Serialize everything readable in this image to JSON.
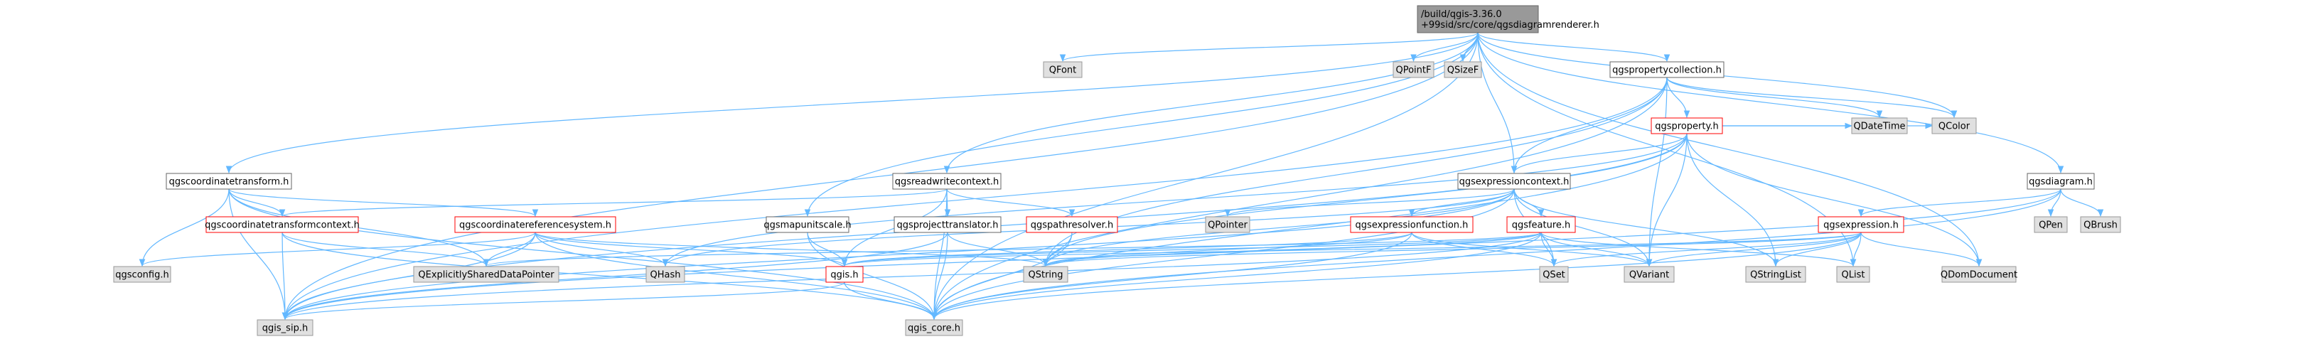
{
  "colors": {
    "root_fill": "#999999",
    "root_border": "#666666",
    "file_fill": "#ffffff",
    "file_border": "#666666",
    "highlight_border": "#ff0000",
    "external_fill": "#e0e0e0",
    "external_border": "#999999",
    "edge": "#63b8ff"
  },
  "nodes": [
    {
      "id": "root",
      "kind": "root",
      "lines": [
        "/build/qgis-3.36.0",
        "+99sid/src/core/qgsdiagramrenderer.h"
      ]
    },
    {
      "id": "qfont",
      "kind": "external",
      "lines": [
        "QFont"
      ]
    },
    {
      "id": "qpointf",
      "kind": "external",
      "lines": [
        "QPointF"
      ]
    },
    {
      "id": "qsizef",
      "kind": "external",
      "lines": [
        "QSizeF"
      ]
    },
    {
      "id": "qgspropertycollection",
      "kind": "file",
      "lines": [
        "qgspropertycollection.h"
      ]
    },
    {
      "id": "qgsproperty",
      "kind": "highlight",
      "lines": [
        "qgsproperty.h"
      ]
    },
    {
      "id": "qgsdiagram",
      "kind": "file",
      "lines": [
        "qgsdiagram.h"
      ]
    },
    {
      "id": "qgscoordinatetransform",
      "kind": "file",
      "lines": [
        "qgscoordinatetransform.h"
      ]
    },
    {
      "id": "qgsreadwritecontext",
      "kind": "file",
      "lines": [
        "qgsreadwritecontext.h"
      ]
    },
    {
      "id": "qgsexpressioncontext",
      "kind": "file",
      "lines": [
        "qgsexpressioncontext.h"
      ]
    },
    {
      "id": "qdatetime",
      "kind": "external",
      "lines": [
        "QDateTime"
      ]
    },
    {
      "id": "qcolor",
      "kind": "external",
      "lines": [
        "QColor"
      ]
    },
    {
      "id": "qgscoordinatetransformcontext",
      "kind": "highlight",
      "lines": [
        "qgscoordinatetransformcontext.h"
      ]
    },
    {
      "id": "qgscoordinatereferencesystem",
      "kind": "highlight",
      "lines": [
        "qgscoordinatereferencesystem.h"
      ]
    },
    {
      "id": "qgsmapunitscale",
      "kind": "file",
      "lines": [
        "qgsmapunitscale.h"
      ]
    },
    {
      "id": "qgsprojecttranslator",
      "kind": "file",
      "lines": [
        "qgsprojecttranslator.h"
      ]
    },
    {
      "id": "qgspathresolver",
      "kind": "highlight",
      "lines": [
        "qgspathresolver.h"
      ]
    },
    {
      "id": "qpointer",
      "kind": "external",
      "lines": [
        "QPointer"
      ]
    },
    {
      "id": "qgsexpressionfunction",
      "kind": "highlight",
      "lines": [
        "qgsexpressionfunction.h"
      ]
    },
    {
      "id": "qgsfeature",
      "kind": "highlight",
      "lines": [
        "qgsfeature.h"
      ]
    },
    {
      "id": "qgsexpression",
      "kind": "highlight",
      "lines": [
        "qgsexpression.h"
      ]
    },
    {
      "id": "qpen",
      "kind": "external",
      "lines": [
        "QPen"
      ]
    },
    {
      "id": "qbrush",
      "kind": "external",
      "lines": [
        "QBrush"
      ]
    },
    {
      "id": "qgsconfig",
      "kind": "external",
      "lines": [
        "qgsconfig.h"
      ]
    },
    {
      "id": "qexplicitlyshareddatapointer",
      "kind": "external",
      "lines": [
        "QExplicitlySharedDataPointer"
      ]
    },
    {
      "id": "qhash",
      "kind": "external",
      "lines": [
        "QHash"
      ]
    },
    {
      "id": "qgis",
      "kind": "highlight",
      "lines": [
        "qgis.h"
      ]
    },
    {
      "id": "qstring",
      "kind": "external",
      "lines": [
        "QString"
      ]
    },
    {
      "id": "qset",
      "kind": "external",
      "lines": [
        "QSet"
      ]
    },
    {
      "id": "qvariant",
      "kind": "external",
      "lines": [
        "QVariant"
      ]
    },
    {
      "id": "qstringlist",
      "kind": "external",
      "lines": [
        "QStringList"
      ]
    },
    {
      "id": "qlist",
      "kind": "external",
      "lines": [
        "QList"
      ]
    },
    {
      "id": "qdomdocument",
      "kind": "external",
      "lines": [
        "QDomDocument"
      ]
    },
    {
      "id": "qgis_sip",
      "kind": "external",
      "lines": [
        "qgis_sip.h"
      ]
    },
    {
      "id": "qgis_core",
      "kind": "external",
      "lines": [
        "qgis_core.h"
      ]
    }
  ],
  "edges": [
    [
      "root",
      "qfont"
    ],
    [
      "root",
      "qpointf"
    ],
    [
      "root",
      "qsizef"
    ],
    [
      "root",
      "qgspropertycollection"
    ],
    [
      "root",
      "qgsdiagram"
    ],
    [
      "root",
      "qgscoordinatetransform"
    ],
    [
      "root",
      "qgsreadwritecontext"
    ],
    [
      "root",
      "qgsexpressioncontext"
    ],
    [
      "root",
      "qgsmapunitscale"
    ],
    [
      "root",
      "qcolor"
    ],
    [
      "root",
      "qlist"
    ],
    [
      "root",
      "qdomdocument"
    ],
    [
      "root",
      "qgis_sip"
    ],
    [
      "root",
      "qgis_core"
    ],
    [
      "qgspropertycollection",
      "qgsproperty"
    ],
    [
      "qgspropertycollection",
      "qgsexpressioncontext"
    ],
    [
      "qgspropertycollection",
      "qdatetime"
    ],
    [
      "qgspropertycollection",
      "qcolor"
    ],
    [
      "qgspropertycollection",
      "qvariant"
    ],
    [
      "qgspropertycollection",
      "qstring"
    ],
    [
      "qgspropertycollection",
      "qgis_sip"
    ],
    [
      "qgspropertycollection",
      "qgis_core"
    ],
    [
      "qgsproperty",
      "qgsexpressioncontext"
    ],
    [
      "qgsproperty",
      "qdatetime"
    ],
    [
      "qgsproperty",
      "qcolor"
    ],
    [
      "qgsproperty",
      "qvariant"
    ],
    [
      "qgsproperty",
      "qstringlist"
    ],
    [
      "qgsproperty",
      "qdomdocument"
    ],
    [
      "qgsproperty",
      "qstring"
    ],
    [
      "qgsproperty",
      "qhash"
    ],
    [
      "qgsproperty",
      "qgis_sip"
    ],
    [
      "qgsproperty",
      "qgis_core"
    ],
    [
      "qgsdiagram",
      "qgsexpression"
    ],
    [
      "qgsdiagram",
      "qpen"
    ],
    [
      "qgsdiagram",
      "qbrush"
    ],
    [
      "qgsdiagram",
      "qgis_core"
    ],
    [
      "qgsdiagram",
      "qgis_sip"
    ],
    [
      "qgscoordinatetransform",
      "qgscoordinatetransformcontext"
    ],
    [
      "qgscoordinatetransform",
      "qgscoordinatereferencesystem"
    ],
    [
      "qgscoordinatetransform",
      "qgsconfig"
    ],
    [
      "qgscoordinatetransform",
      "qexplicitlyshareddatapointer"
    ],
    [
      "qgscoordinatetransform",
      "qgis_sip"
    ],
    [
      "qgscoordinatetransform",
      "qgis_core"
    ],
    [
      "qgscoordinatetransformcontext",
      "qgis_sip"
    ],
    [
      "qgscoordinatetransformcontext",
      "qgis_core"
    ],
    [
      "qgscoordinatetransformcontext",
      "qexplicitlyshareddatapointer"
    ],
    [
      "qgscoordinatereferencesystem",
      "qgsconfig"
    ],
    [
      "qgscoordinatereferencesystem",
      "qexplicitlyshareddatapointer"
    ],
    [
      "qgscoordinatereferencesystem",
      "qhash"
    ],
    [
      "qgscoordinatereferencesystem",
      "qgis"
    ],
    [
      "qgscoordinatereferencesystem",
      "qstring"
    ],
    [
      "qgscoordinatereferencesystem",
      "qgis_sip"
    ],
    [
      "qgscoordinatereferencesystem",
      "qgis_core"
    ],
    [
      "qgsreadwritecontext",
      "qgsprojecttranslator"
    ],
    [
      "qgsreadwritecontext",
      "qgspathresolver"
    ],
    [
      "qgsreadwritecontext",
      "qgscoordinatetransformcontext"
    ],
    [
      "qgsreadwritecontext",
      "qgis"
    ],
    [
      "qgsreadwritecontext",
      "qgis_core"
    ],
    [
      "qgsprojecttranslator",
      "qstring"
    ],
    [
      "qgsprojecttranslator",
      "qgis_core"
    ],
    [
      "qgsprojecttranslator",
      "qgis_sip"
    ],
    [
      "qgspathresolver",
      "qstring"
    ],
    [
      "qgspathresolver",
      "qgis_core"
    ],
    [
      "qgsmapunitscale",
      "qgis"
    ],
    [
      "qgsmapunitscale",
      "qgis_core"
    ],
    [
      "qgsexpressioncontext",
      "qpointer"
    ],
    [
      "qgsexpressioncontext",
      "qgsexpressionfunction"
    ],
    [
      "qgsexpressioncontext",
      "qgsfeature"
    ],
    [
      "qgsexpressioncontext",
      "qset"
    ],
    [
      "qgsexpressioncontext",
      "qvariant"
    ],
    [
      "qgsexpressioncontext",
      "qstringlist"
    ],
    [
      "qgsexpressioncontext",
      "qstring"
    ],
    [
      "qgsexpressioncontext",
      "qhash"
    ],
    [
      "qgsexpressioncontext",
      "qgis_core"
    ],
    [
      "qgsexpressioncontext",
      "qgis_sip"
    ],
    [
      "qgsexpressionfunction",
      "qgis"
    ],
    [
      "qgsexpressionfunction",
      "qset"
    ],
    [
      "qgsexpressionfunction",
      "qvariant"
    ],
    [
      "qgsexpressionfunction",
      "qstring"
    ],
    [
      "qgsexpressionfunction",
      "qgis_core"
    ],
    [
      "qgsfeature",
      "qgis"
    ],
    [
      "qgsfeature",
      "qset"
    ],
    [
      "qgsfeature",
      "qvariant"
    ],
    [
      "qgsfeature",
      "qlist"
    ],
    [
      "qgsfeature",
      "qstring"
    ],
    [
      "qgsfeature",
      "qexplicitlyshareddatapointer"
    ],
    [
      "qgsfeature",
      "qgis_core"
    ],
    [
      "qgsfeature",
      "qgis_sip"
    ],
    [
      "qgsexpression",
      "qgis"
    ],
    [
      "qgsexpression",
      "qset"
    ],
    [
      "qgsexpression",
      "qvariant"
    ],
    [
      "qgsexpression",
      "qstringlist"
    ],
    [
      "qgsexpression",
      "qlist"
    ],
    [
      "qgsexpression",
      "qdomdocument"
    ],
    [
      "qgsexpression",
      "qstring"
    ],
    [
      "qgsexpression",
      "qgis_core"
    ],
    [
      "qgis",
      "qgis_sip"
    ],
    [
      "qgis",
      "qgis_core"
    ]
  ]
}
